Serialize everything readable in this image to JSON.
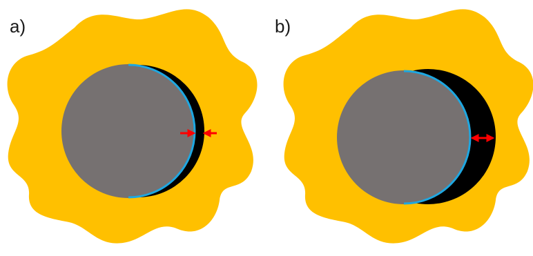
{
  "figure": {
    "panels": [
      {
        "id": "a",
        "label": "a)",
        "gap_size": "thin",
        "arrow_style": "two inward-pointing arrows"
      },
      {
        "id": "b",
        "label": "b)",
        "gap_size": "wide",
        "arrow_style": "double-headed arrow"
      }
    ],
    "colors": {
      "background": "#ffffff",
      "outer_blob": "#FFC000",
      "inner_circle": "#767171",
      "gap": "#000000",
      "interface_arc": "#1EA7E1",
      "arrow": "#FF0000",
      "label_text": "#1a1a1a"
    }
  }
}
